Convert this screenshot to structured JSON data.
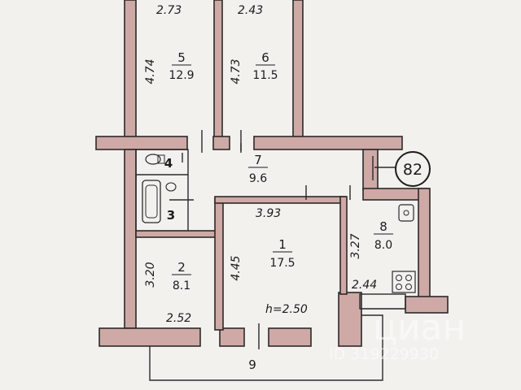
{
  "plan_number": "82",
  "rooms": [
    {
      "number": "1",
      "area": "17.5"
    },
    {
      "number": "2",
      "area": "8.1"
    },
    {
      "number": "3",
      "area": ""
    },
    {
      "number": "4",
      "area": ""
    },
    {
      "number": "5",
      "area": "12.9"
    },
    {
      "number": "6",
      "area": "11.5"
    },
    {
      "number": "7",
      "area": "9.6"
    },
    {
      "number": "8",
      "area": "8.0"
    },
    {
      "number": "9",
      "area": ""
    }
  ],
  "dimensions": {
    "room5_width": "2.73",
    "room6_width": "2.43",
    "room5_height": "4.74",
    "room6_height": "4.73",
    "room1_width": "3.93",
    "room1_height": "4.45",
    "room2_height": "3.20",
    "room2_width": "2.52",
    "room8_height": "3.27",
    "room8_width": "2.44",
    "ceiling_height": "h=2.50"
  },
  "watermark": {
    "brand": "циан",
    "id": "ID 319229930"
  }
}
